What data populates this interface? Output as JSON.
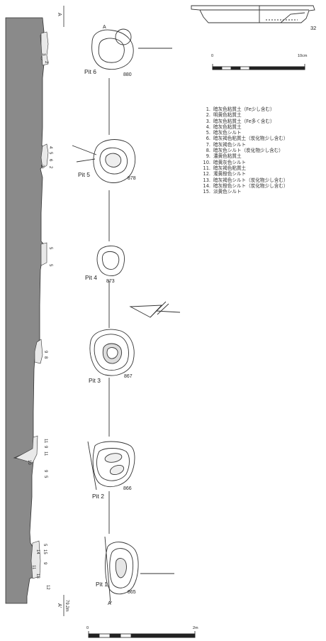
{
  "section": {
    "top_marker": "A",
    "bottom_marker": "A'",
    "elevation": "79.2m"
  },
  "pits": [
    {
      "label": "Pit 6",
      "number": "880"
    },
    {
      "label": "Pit 5",
      "number": "878"
    },
    {
      "label": "Pit 4",
      "number": "873"
    },
    {
      "label": "Pit 3",
      "number": "867"
    },
    {
      "label": "Pit 2",
      "number": "866"
    },
    {
      "label": "Pit 1",
      "number": "865"
    }
  ],
  "plan_markers": {
    "top": "A",
    "bottom": "A'"
  },
  "artifact": {
    "number": "32"
  },
  "scale_small": {
    "start": "0",
    "end": "10cm"
  },
  "scale_large": {
    "start": "0",
    "end": "2m"
  },
  "layer_labels": [
    {
      "text": "3",
      "pit": 6
    },
    {
      "text": "2",
      "pit": 6
    },
    {
      "text": "4",
      "pit": 5
    },
    {
      "text": "5",
      "pit": 5
    },
    {
      "text": "6",
      "pit": 5
    },
    {
      "text": "2",
      "pit": 5
    },
    {
      "text": "2",
      "pit": 5
    },
    {
      "text": "5",
      "pit": 4
    },
    {
      "text": "5",
      "pit": 4
    },
    {
      "text": "9",
      "pit": 3
    },
    {
      "text": "8",
      "pit": 3
    },
    {
      "text": "11",
      "pit": 2
    },
    {
      "text": "9",
      "pit": 2
    },
    {
      "text": "11",
      "pit": 2
    },
    {
      "text": "10",
      "pit": 2
    },
    {
      "text": "9",
      "pit": 2
    },
    {
      "text": "5",
      "pit": 2
    },
    {
      "text": "5",
      "pit": 1
    },
    {
      "text": "15",
      "pit": 1
    },
    {
      "text": "9",
      "pit": 1
    },
    {
      "text": "14",
      "pit": 1
    },
    {
      "text": "11",
      "pit": 1
    },
    {
      "text": "13",
      "pit": 1
    },
    {
      "text": "12",
      "pit": 1
    }
  ],
  "legend": [
    {
      "num": "1.",
      "text": "暗灰色粘質土（Fe少し含む）"
    },
    {
      "num": "2.",
      "text": "明黄色粘質土"
    },
    {
      "num": "3.",
      "text": "暗灰色粘質土（Fe多く含む）"
    },
    {
      "num": "4.",
      "text": "暗灰色粘質土"
    },
    {
      "num": "5.",
      "text": "暗灰色シルト"
    },
    {
      "num": "6.",
      "text": "暗灰褐色粘質土（炭化物少し含む）"
    },
    {
      "num": "7.",
      "text": "暗灰褐色シルト"
    },
    {
      "num": "8.",
      "text": "暗灰色シルト（炭化物少し含む）"
    },
    {
      "num": "9.",
      "text": "濃黄色粘質土"
    },
    {
      "num": "10.",
      "text": "暗黄灰色シルト"
    },
    {
      "num": "11.",
      "text": "暗灰褐色粘質土"
    },
    {
      "num": "12.",
      "text": "濁黄橙色シルト"
    },
    {
      "num": "13.",
      "text": "暗灰褐色シルト（炭化物少し含む）"
    },
    {
      "num": "14.",
      "text": "暗灰橙色シルト（炭化物少し含む）"
    },
    {
      "num": "15.",
      "text": "淡黄色シルト"
    }
  ]
}
